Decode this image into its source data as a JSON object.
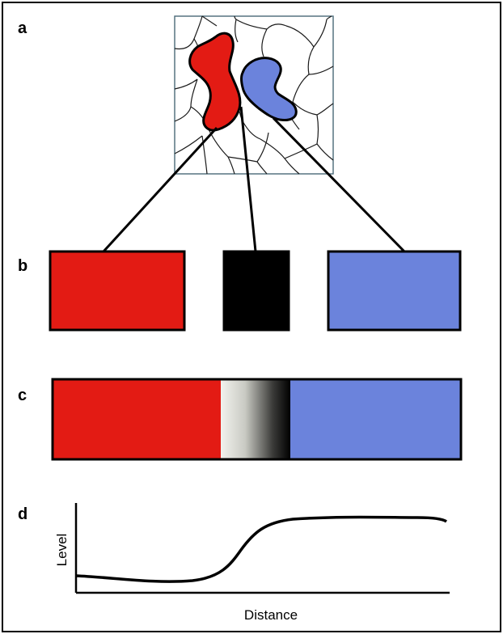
{
  "panels": {
    "a": "a",
    "b": "b",
    "c": "c",
    "d": "d"
  },
  "plot": {
    "y_label": "Level",
    "x_label": "Distance"
  },
  "colors": {
    "red_region": "#e31b14",
    "blue_region": "#6b83dc",
    "boundary": "#000000",
    "gradient_start": "#f2f2ee",
    "outline": "#000000"
  }
}
